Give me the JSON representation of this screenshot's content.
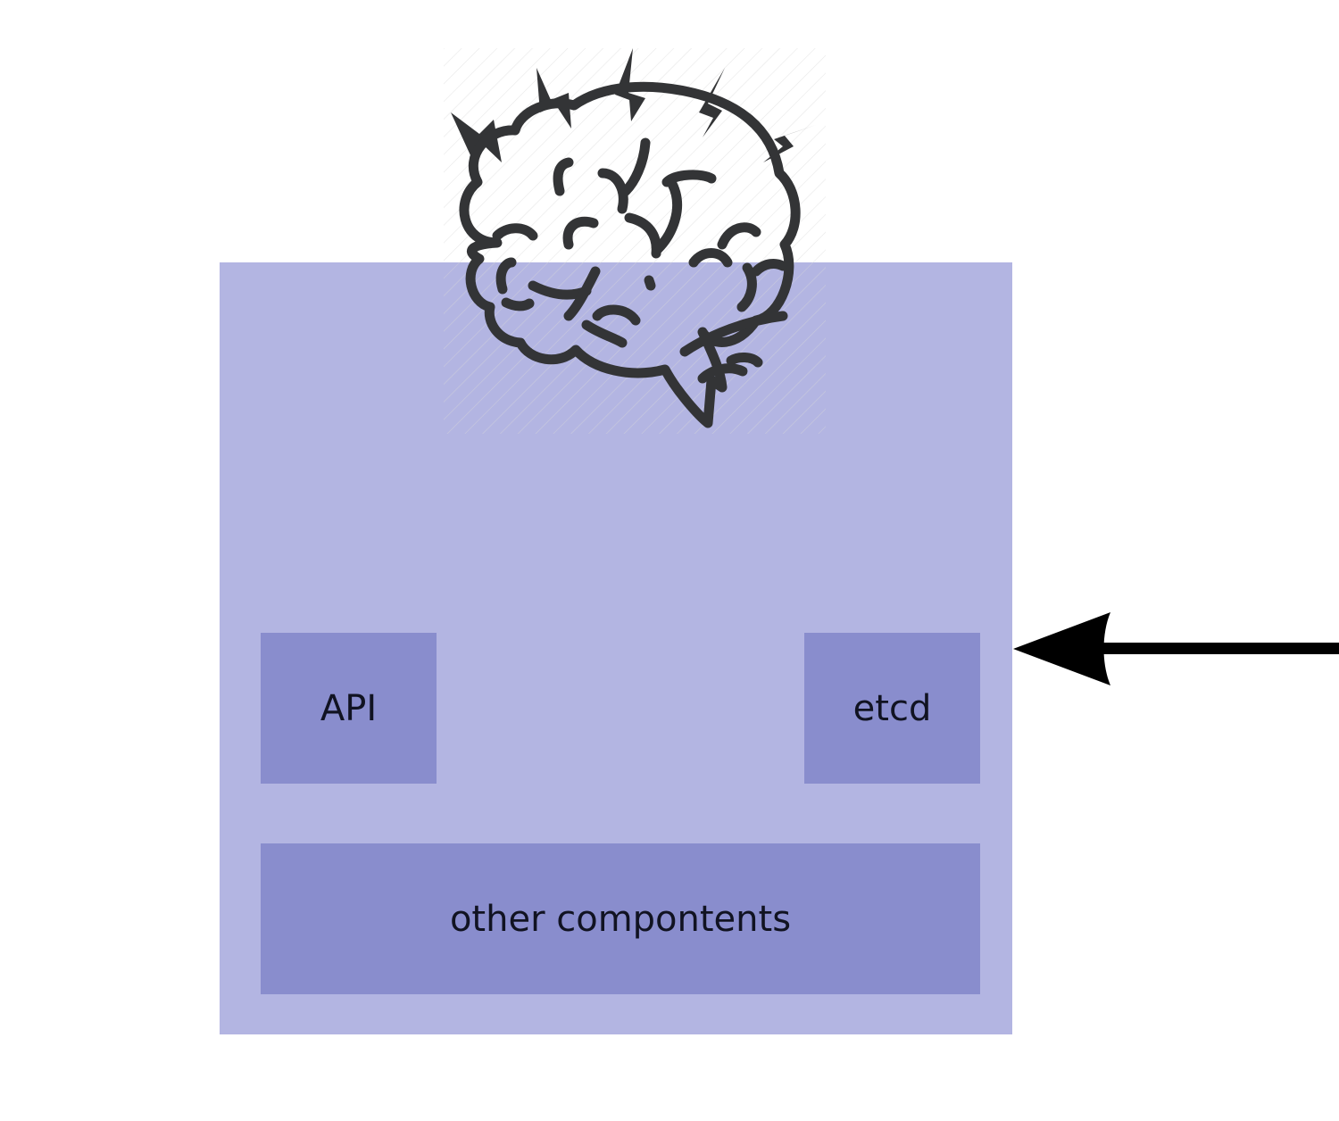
{
  "diagram": {
    "title": "",
    "container": {
      "label": "",
      "fill": "#b3b5e2"
    },
    "components": [
      {
        "id": "api",
        "label": "API",
        "fill": "#898dcd"
      },
      {
        "id": "etcd",
        "label": "etcd",
        "fill": "#898dcd"
      },
      {
        "id": "other",
        "label": "other compontents",
        "fill": "#898dcd"
      }
    ],
    "icon": {
      "name": "brain-with-lightning-icon",
      "color": "#333333"
    },
    "arrow": {
      "direction": "left",
      "target": "container",
      "color": "#000000"
    }
  }
}
